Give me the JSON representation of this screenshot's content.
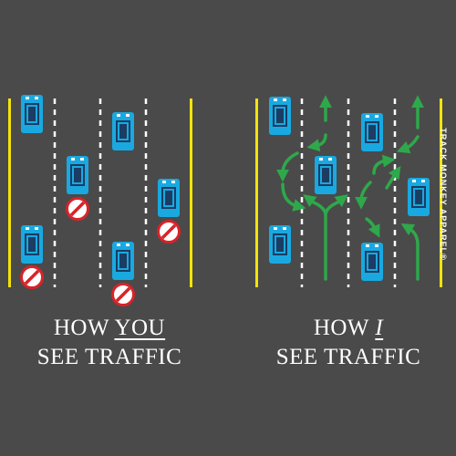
{
  "captions": {
    "left": {
      "pre": "HOW ",
      "emph": "YOU",
      "line2": "SEE TRAFFIC"
    },
    "right": {
      "pre": "HOW ",
      "emph": "I",
      "line2": "SEE TRAFFIC"
    }
  },
  "brand": "TRACK MONKEY APPAREL®",
  "colors": {
    "background": "#4a4a4a",
    "lane_edge": "#f2e30c",
    "lane_dash": "#ffffff",
    "car_body": "#19a9e0",
    "car_window": "#1b3c63",
    "no_sign": "#d8232a",
    "arrow": "#2ea84b"
  },
  "icons": [
    "car-icon",
    "no-entry-icon",
    "green-path-arrow-icon"
  ]
}
